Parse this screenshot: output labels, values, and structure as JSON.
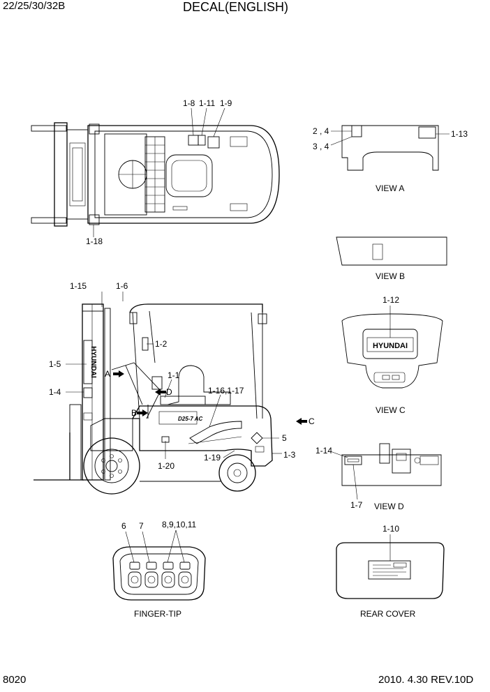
{
  "header": {
    "model": "22/25/30/32B",
    "title": "DECAL(ENGLISH)"
  },
  "footer": {
    "page_number": "8020",
    "date_rev": "2010. 4.30  REV.10D"
  },
  "views": {
    "view_a": "VIEW A",
    "view_b": "VIEW B",
    "view_c": "VIEW C",
    "view_d": "VIEW D",
    "finger_tip": "FINGER-TIP",
    "rear_cover": "REAR COVER"
  },
  "brand": {
    "hyundai": "HYUNDAI",
    "model_badge": "D25-7 AC"
  },
  "callouts": {
    "c1_8": "1-8",
    "c1_11": "1-11",
    "c1_9": "1-9",
    "c1_18": "1-18",
    "c2_4": "2 , 4",
    "c3_4": "3 , 4",
    "c1_13": "1-13",
    "c1_12": "1-12",
    "c1_15": "1-15",
    "c1_6": "1-6",
    "c1_2": "1-2",
    "c1_5": "1-5",
    "c1_4": "1-4",
    "c1_1": "1-1",
    "c1_16_17": "1-16,1-17",
    "c5": "5",
    "c1_3": "1-3",
    "c1_19": "1-19",
    "c1_20": "1-20",
    "c1_14": "1-14",
    "c1_7": "1-7",
    "arr_a": "A",
    "arr_b": "B",
    "arr_c": "C",
    "arr_d": "D",
    "f6": "6",
    "f7": "7",
    "f8_11": "8,9,10,11",
    "c1_10": "1-10"
  }
}
